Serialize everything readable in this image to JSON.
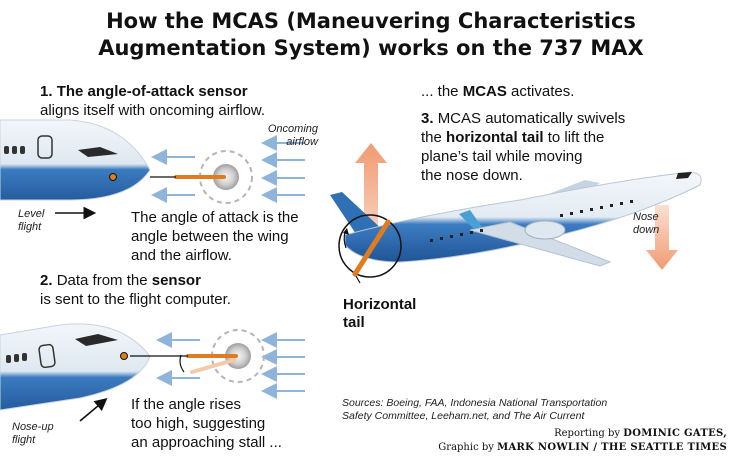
{
  "title": {
    "line1": "How the MCAS (Maneuvering Characteristics",
    "line2": "Augmentation System) works on the 737 MAX"
  },
  "step1": {
    "number": "1.",
    "heading": "The angle-of-attack sensor",
    "text": "aligns itself with oncoming airflow."
  },
  "oncoming_airflow": {
    "line1": "Oncoming",
    "line2": "airflow"
  },
  "level_flight": {
    "line1": "Level",
    "line2": "flight"
  },
  "angle_def": {
    "line1": "The angle of attack is the",
    "line2": "angle between the wing",
    "line3": "and the airflow."
  },
  "step2": {
    "number": "2.",
    "lead": "Data from the",
    "sensor_word": "sensor",
    "line2": "is sent to the flight computer."
  },
  "noseup_flight": {
    "line1": "Nose-up",
    "line2": "flight"
  },
  "stall_text": {
    "line1": "If the angle rises",
    "line2": "too high, suggesting",
    "line3": "an approaching stall ..."
  },
  "mcas_activates": {
    "pre": "... the",
    "mcas": "MCAS",
    "post": "activates."
  },
  "step3": {
    "number": "3.",
    "line1": "MCAS automatically swivels",
    "line2_pre": "the",
    "line2_bold": "horizontal tail",
    "line2_post": "to lift the",
    "line3": "plane’s tail while moving",
    "line4": "the nose down."
  },
  "nose_down": {
    "line1": "Nose",
    "line2": "down"
  },
  "horizontal_tail": {
    "line1": "Horizontal",
    "line2": "tail"
  },
  "sources": {
    "line1": "Sources: Boeing, FAA, Indonesia National Transportation",
    "line2": "Safety Committee, Leeham.net, and The Air Current"
  },
  "credits": {
    "reporting_pre": "Reporting by",
    "reporter": "DOMINIC GATES,",
    "graphic_pre": "Graphic by",
    "graphic_by": "MARK NOWLIN / THE SEATTLE TIMES"
  },
  "colors": {
    "fuselage_top": "#eef3f8",
    "fuselage_blue": "#2f6fb4",
    "airflow_arrow": "#8fb4dc",
    "sensor_orange": "#e07b1f",
    "motion_arrow": "#f4b28f",
    "tail_gray": "#9a9a9a"
  }
}
